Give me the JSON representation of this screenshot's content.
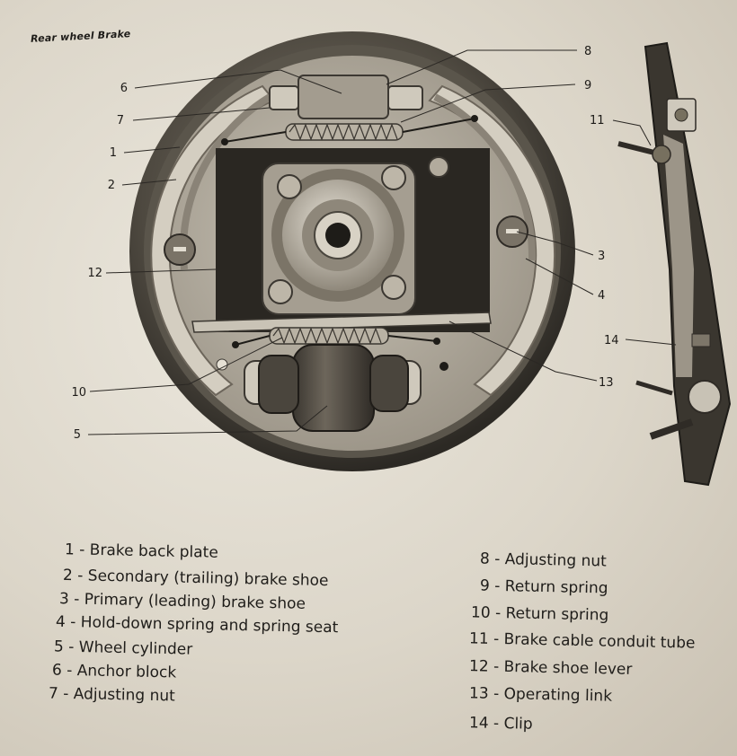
{
  "page": {
    "title": "Rear wheel Brake"
  },
  "figure": {
    "callouts": [
      "1",
      "2",
      "3",
      "4",
      "5",
      "6",
      "7",
      "8",
      "9",
      "10",
      "11",
      "12",
      "13",
      "14"
    ]
  },
  "legend": {
    "left": [
      "1 - Brake back plate",
      "2 - Secondary (trailing) brake shoe",
      "3 - Primary (leading) brake shoe",
      "4 - Hold-down spring and spring seat",
      "5 - Wheel cylinder",
      "6 - Anchor block",
      "7 - Adjusting nut"
    ],
    "right": [
      "8 - Adjusting nut",
      "9 - Return spring",
      "10 - Return spring",
      "11 - Brake cable conduit tube",
      "12 - Brake shoe lever",
      "13 - Operating link",
      "14 - Clip"
    ]
  }
}
